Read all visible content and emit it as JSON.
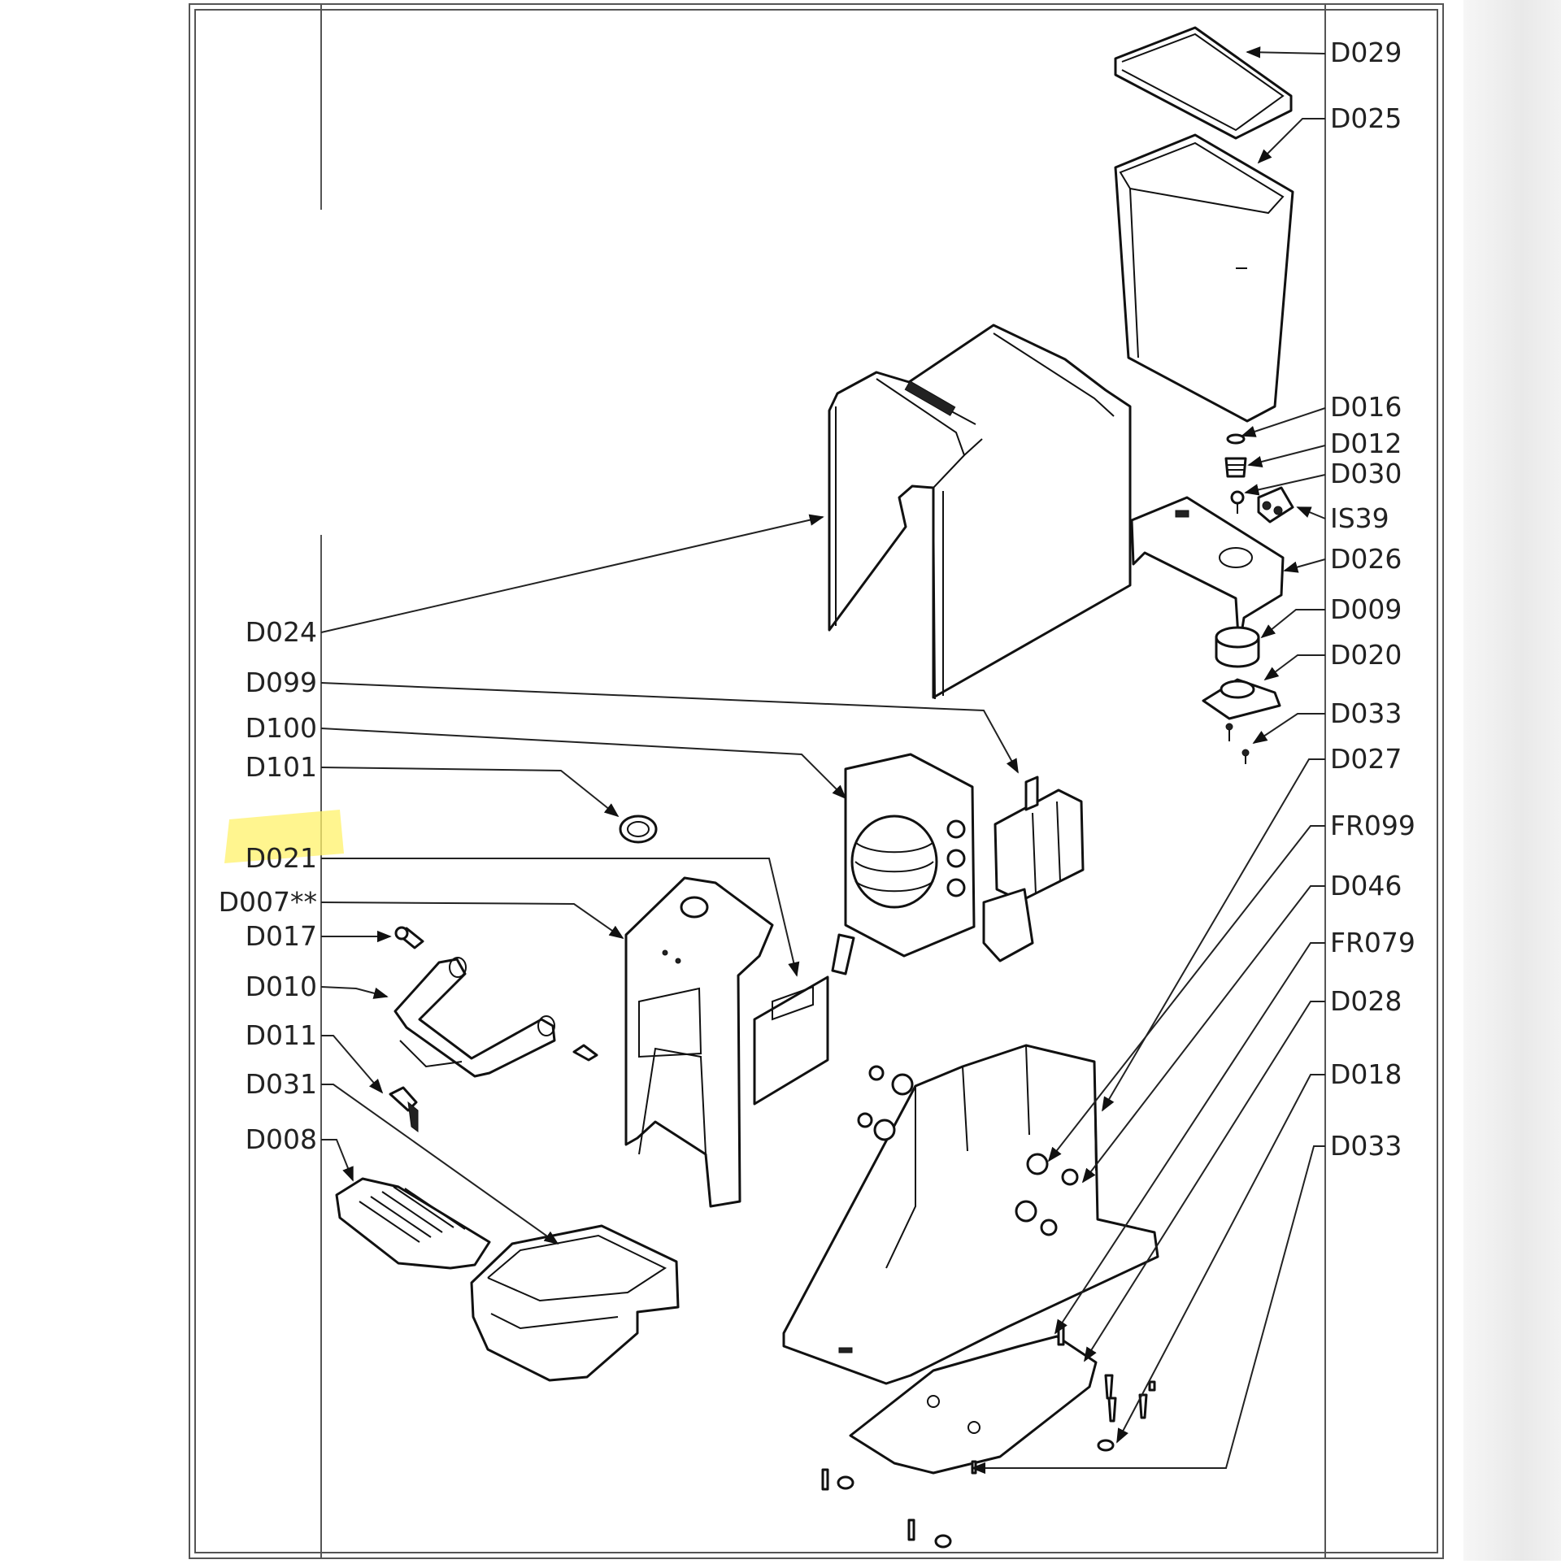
{
  "labels_right": [
    "D029",
    "D025",
    "D016",
    "D012",
    "D030",
    "IS39",
    "D026",
    "D009",
    "D020",
    "D033",
    "D027",
    "FR099",
    "D046",
    "FR079",
    "D028",
    "D018",
    "D033"
  ],
  "labels_left": [
    "D024",
    "D099",
    "D100",
    "D101",
    "D021",
    "D007**",
    "D017",
    "D010",
    "D011",
    "D031",
    "D008"
  ],
  "highlight_color": "#fff16a"
}
